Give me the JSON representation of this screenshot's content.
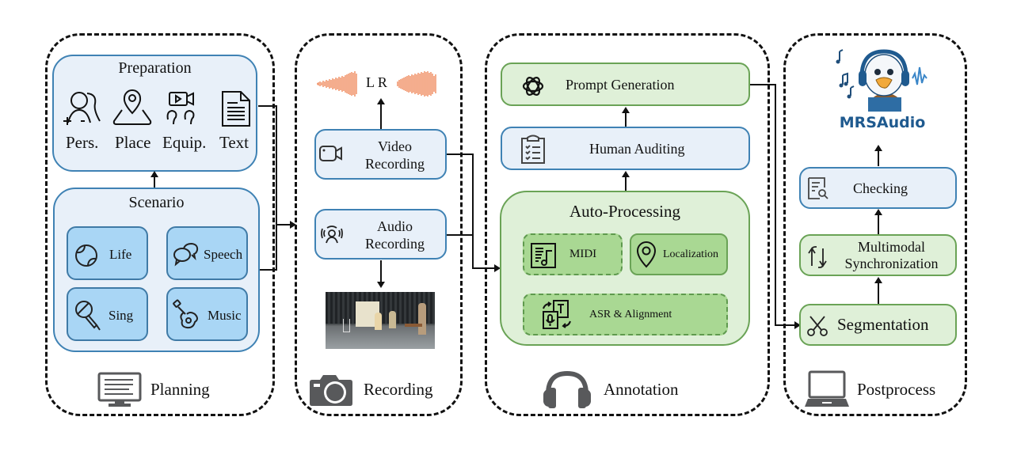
{
  "stages": {
    "planning": {
      "label": "Planning",
      "icon": "monitor-icon",
      "preparation": {
        "title": "Preparation",
        "items": [
          {
            "label": "Pers.",
            "icon": "persons-icon"
          },
          {
            "label": "Place",
            "icon": "map-pin-icon"
          },
          {
            "label": "Equip.",
            "icon": "equipment-icon"
          },
          {
            "label": "Text",
            "icon": "document-icon"
          }
        ]
      },
      "scenario": {
        "title": "Scenario",
        "items": [
          {
            "label": "Life",
            "icon": "ball-icon"
          },
          {
            "label": "Speech",
            "icon": "speech-bubbles-icon"
          },
          {
            "label": "Sing",
            "icon": "microphone-icon"
          },
          {
            "label": "Music",
            "icon": "guitar-icon"
          }
        ]
      }
    },
    "recording": {
      "label": "Recording",
      "icon": "camera-icon",
      "waveform_label": "L R",
      "video": {
        "line1": "Video",
        "line2": "Recording",
        "icon": "video-camera-icon"
      },
      "audio": {
        "line1": "Audio",
        "line2": "Recording",
        "icon": "voice-recording-icon"
      },
      "photo": "stage-photo"
    },
    "annotation": {
      "label": "Annotation",
      "icon": "headphones-icon",
      "prompt_generation": {
        "label": "Prompt Generation",
        "icon": "openai-icon"
      },
      "human_auditing": {
        "label": "Human Auditing",
        "icon": "clipboard-checklist-icon"
      },
      "auto_processing": {
        "title": "Auto-Processing",
        "midi": {
          "label": "MIDI",
          "icon": "music-sheet-icon"
        },
        "localization": {
          "label": "Localization",
          "icon": "location-pin-icon"
        },
        "asr": {
          "label": "ASR & Alignment",
          "icon": "speech-to-text-icon"
        }
      }
    },
    "postprocess": {
      "label": "Postprocess",
      "icon": "laptop-icon",
      "logo_text": "MRSAudio",
      "checking": {
        "label": "Checking",
        "icon": "document-search-icon"
      },
      "sync": {
        "line1": "Multimodal",
        "line2": "Synchronization",
        "icon": "sync-arrows-icon"
      },
      "segmentation": {
        "label": "Segmentation",
        "icon": "scissors-icon"
      }
    }
  },
  "colors": {
    "blue_fill": "#e8f0f9",
    "blue_border": "#3f82b4",
    "blue_inner": "#a9d6f5",
    "green_fill": "#dff0d8",
    "green_border": "#6aa356",
    "green_inner": "#a9d893",
    "waveform": "#f08a5d",
    "icon_gray": "#58595b",
    "logo_blue": "#1f5a8f"
  }
}
